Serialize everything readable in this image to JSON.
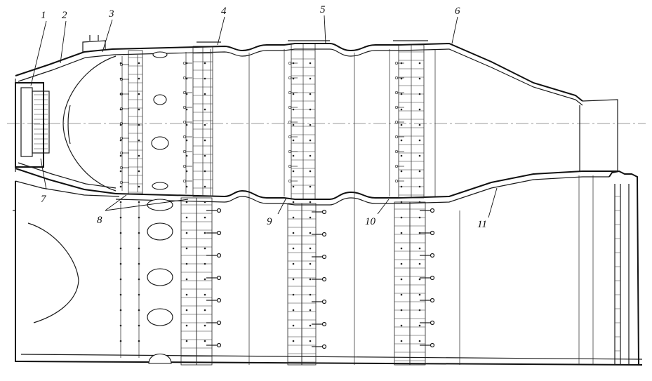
{
  "figure": {
    "background": "#ffffff",
    "ink": "#111111",
    "callouts": [
      {
        "id": "1",
        "label": "1"
      },
      {
        "id": "2",
        "label": "2"
      },
      {
        "id": "3",
        "label": "3"
      },
      {
        "id": "4",
        "label": "4"
      },
      {
        "id": "5",
        "label": "5"
      },
      {
        "id": "6",
        "label": "6"
      },
      {
        "id": "7",
        "label": "7"
      },
      {
        "id": "8",
        "label": "8"
      },
      {
        "id": "9",
        "label": "9"
      },
      {
        "id": "10",
        "label": "10"
      },
      {
        "id": "11",
        "label": "11"
      }
    ]
  }
}
